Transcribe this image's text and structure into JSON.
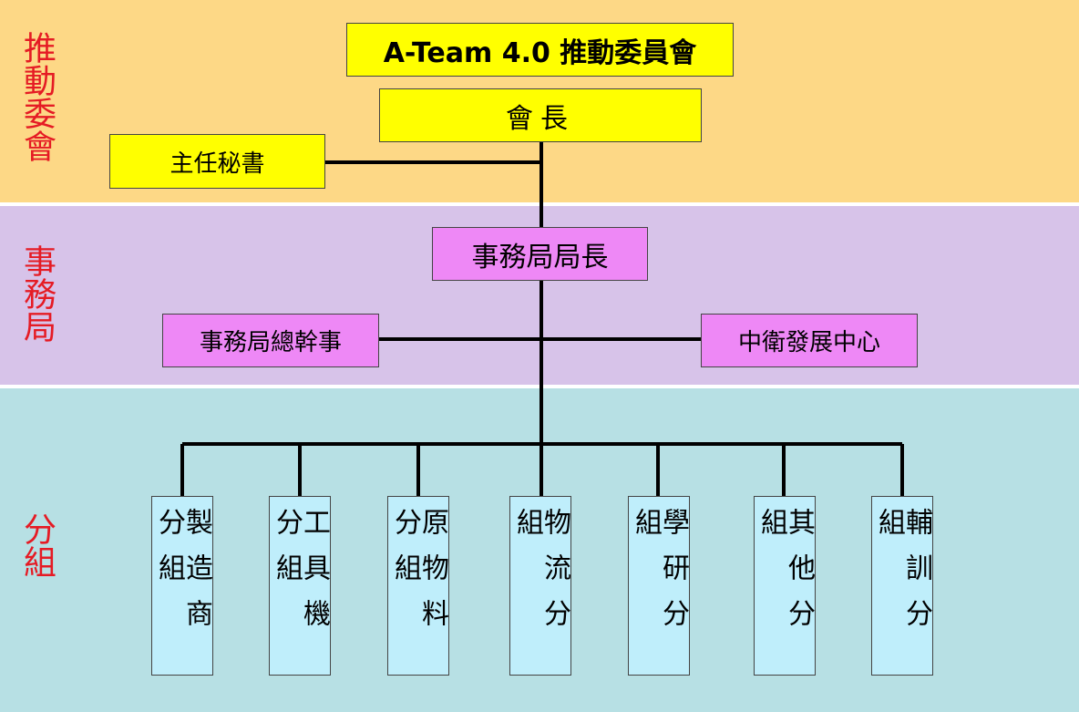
{
  "sections": {
    "committee": "推動委會",
    "secretariat": "事務局",
    "groups": "分組"
  },
  "nodes": {
    "title": "A-Team 4.0 推動委員會",
    "chair": "會長",
    "secretary": "主任秘書",
    "director": "事務局局長",
    "general_officer": "事務局總幹事",
    "center": "中衛發展中心"
  },
  "groups": [
    "製造商分組",
    "工具機分組",
    "原物料分組",
    "物流分組",
    "學研分組",
    "其他分組",
    "輔訓分組"
  ],
  "colors": {
    "committee_band": "#fdd886",
    "secretariat_band": "#d7c3e9",
    "groups_band": "#b7e0e4",
    "section_label": "#e51b24",
    "committee_box": "#ffff00",
    "secretariat_box": "#ee88f6",
    "group_box": "#bfeefb"
  }
}
